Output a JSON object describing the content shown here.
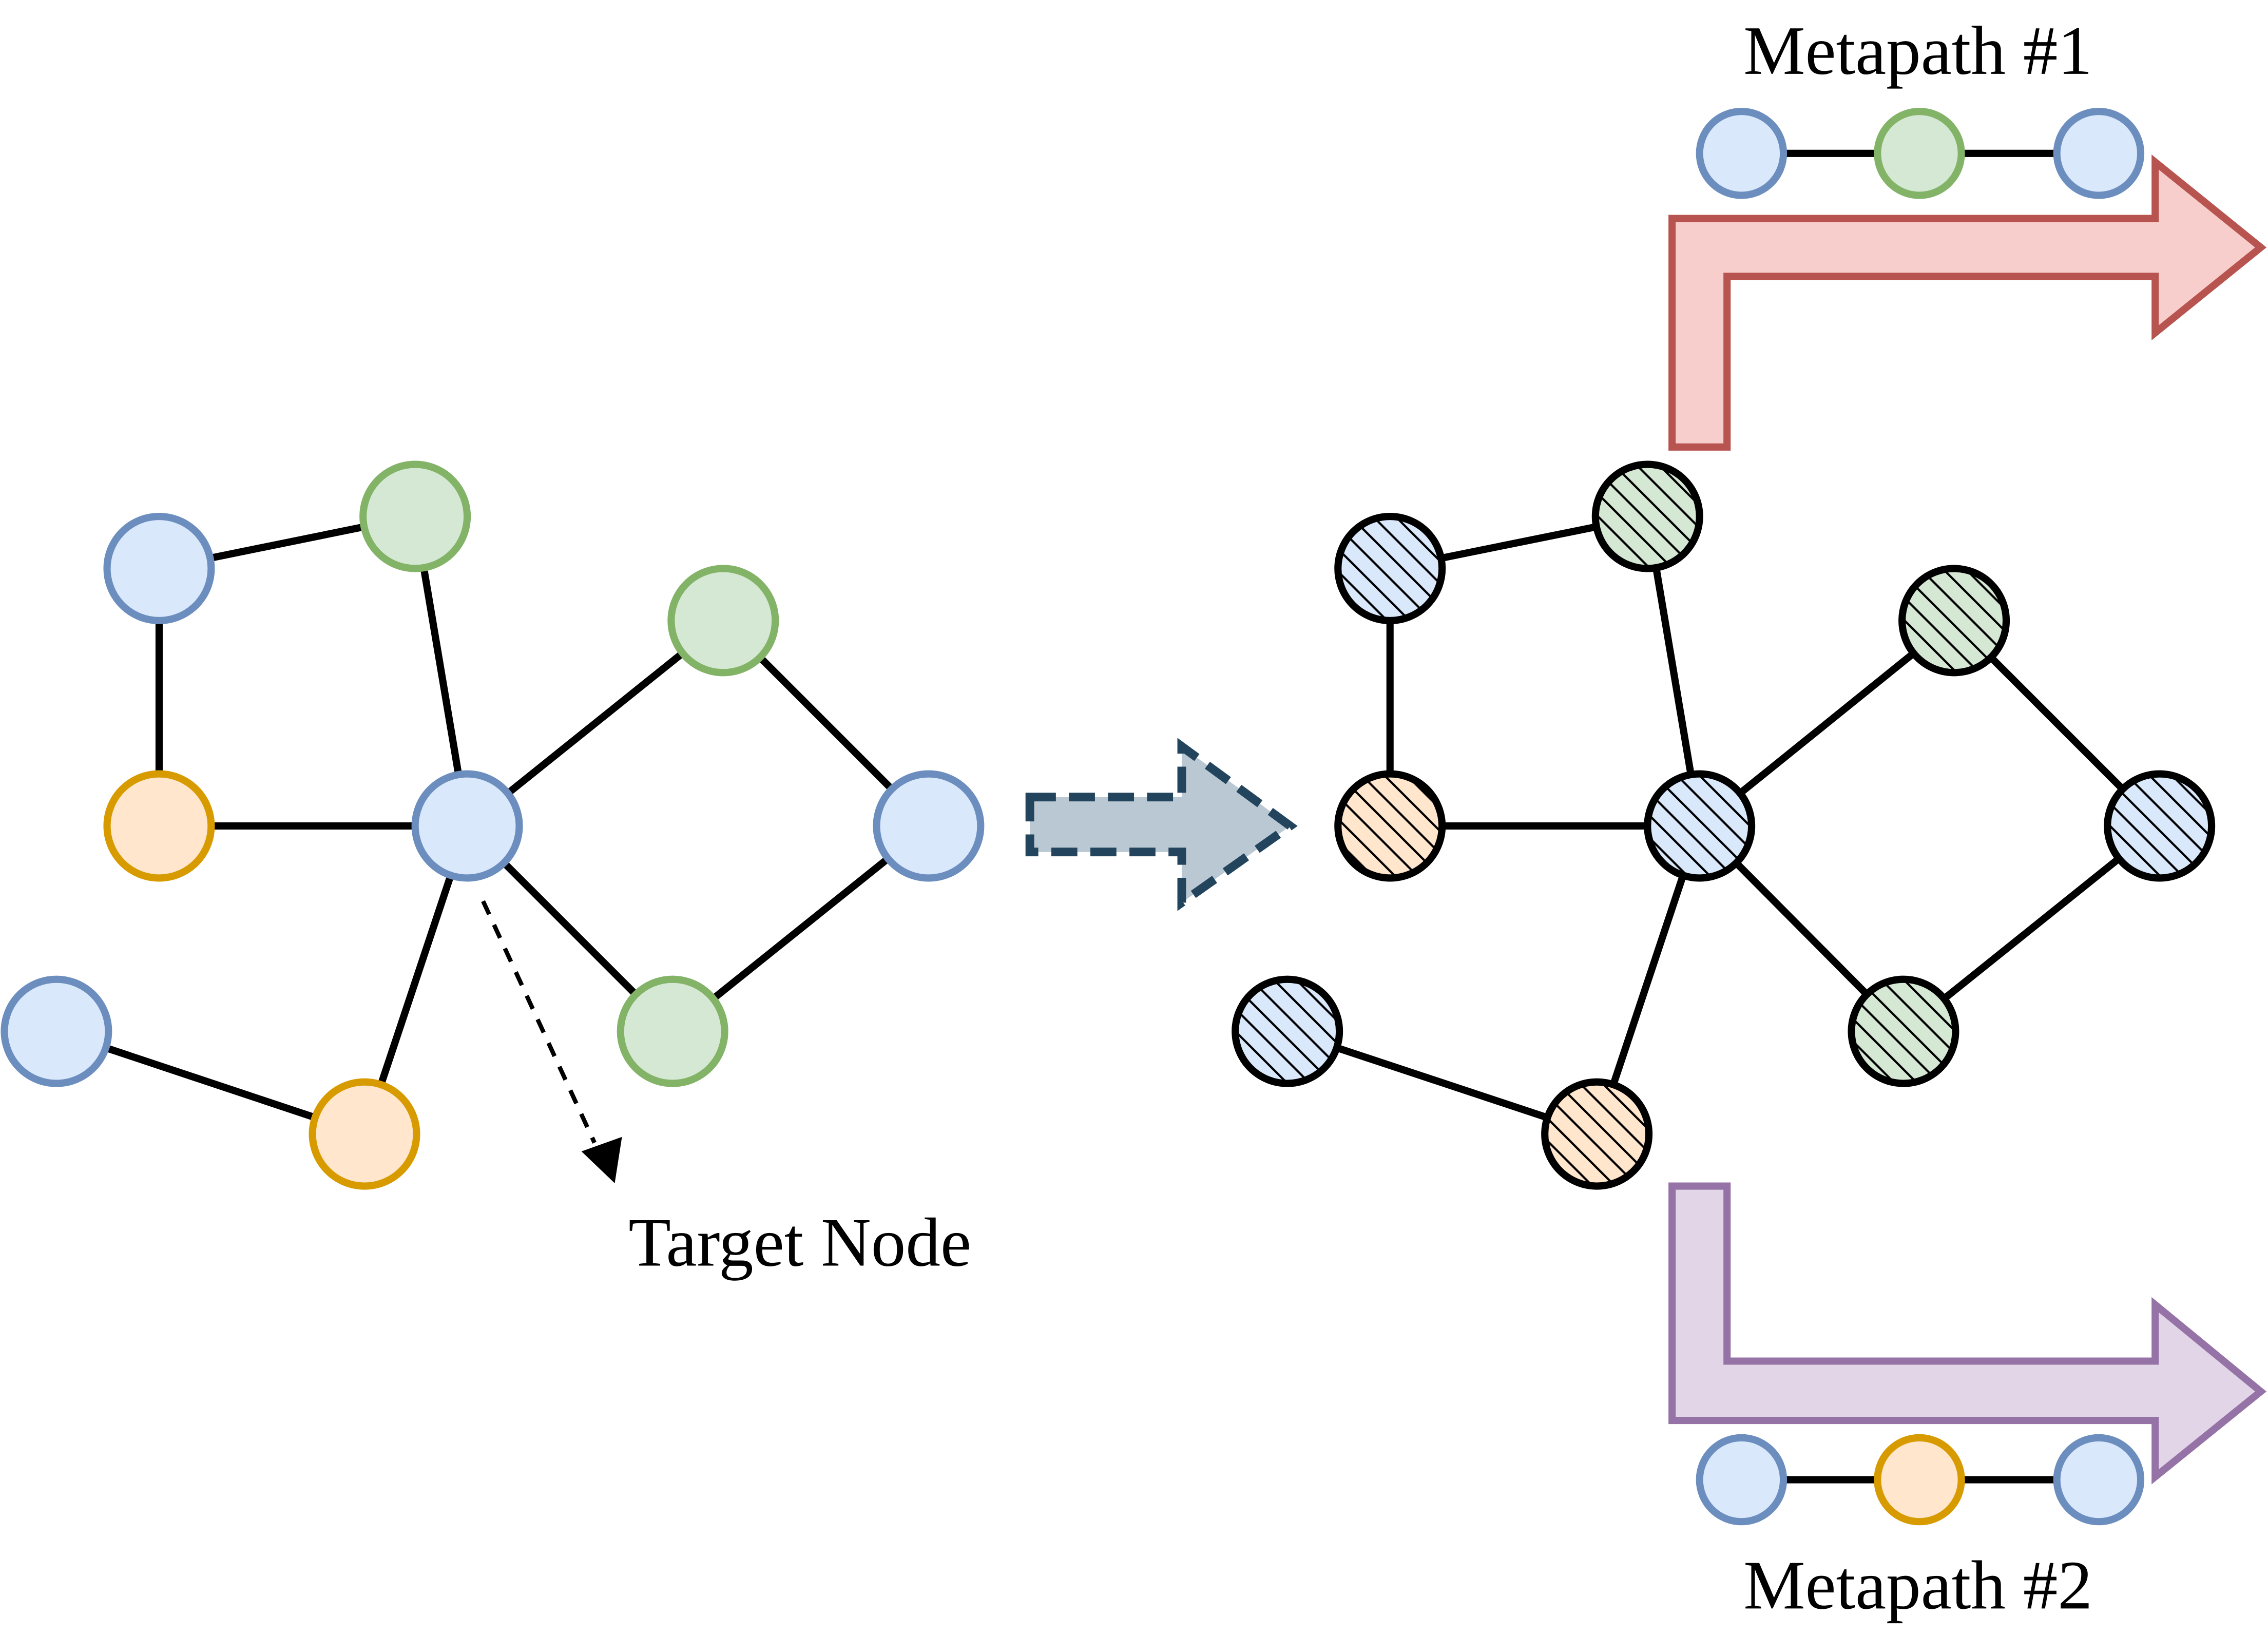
{
  "labels": {
    "target_node": "Target Node",
    "metapath_1": "Metapath #1",
    "metapath_2": "Metapath #2"
  },
  "node_types": {
    "blue": {
      "fill": "#dae8fc",
      "stroke": "#6c8ebf"
    },
    "green": {
      "fill": "#d5e8d4",
      "stroke": "#82b366"
    },
    "orange": {
      "fill": "#ffe6cc",
      "stroke": "#d79b00"
    }
  },
  "left_graph": {
    "nodes": [
      {
        "name": "node-blue-top-left",
        "type": "blue"
      },
      {
        "name": "node-green-top",
        "type": "green"
      },
      {
        "name": "node-orange-left",
        "type": "orange"
      },
      {
        "name": "node-blue-target",
        "type": "blue",
        "is_target": true
      },
      {
        "name": "node-green-right-top",
        "type": "green"
      },
      {
        "name": "node-blue-right",
        "type": "blue"
      },
      {
        "name": "node-green-bottom",
        "type": "green"
      },
      {
        "name": "node-blue-bottom-left",
        "type": "blue"
      },
      {
        "name": "node-orange-bottom",
        "type": "orange"
      }
    ]
  },
  "right_graph": {
    "style": "hatched",
    "nodes": [
      {
        "name": "hatched-node-blue-top-left",
        "type": "blue"
      },
      {
        "name": "hatched-node-green-top",
        "type": "green"
      },
      {
        "name": "hatched-node-orange-left",
        "type": "orange"
      },
      {
        "name": "hatched-node-blue-center",
        "type": "blue"
      },
      {
        "name": "hatched-node-green-right-top",
        "type": "green"
      },
      {
        "name": "hatched-node-blue-right",
        "type": "blue"
      },
      {
        "name": "hatched-node-green-bottom",
        "type": "green"
      },
      {
        "name": "hatched-node-blue-bottom-left",
        "type": "blue"
      },
      {
        "name": "hatched-node-orange-bottom",
        "type": "orange"
      }
    ]
  },
  "metapaths": [
    {
      "name": "metapath-1",
      "sequence": [
        "blue",
        "green",
        "blue"
      ],
      "arrow_fill": "#f8cecc",
      "arrow_stroke": "#b85450"
    },
    {
      "name": "metapath-2",
      "sequence": [
        "blue",
        "orange",
        "blue"
      ],
      "arrow_fill": "#e1d5e7",
      "arrow_stroke": "#9673a6"
    }
  ],
  "transform_arrow": {
    "fill": "#bac8d3",
    "stroke": "#23445d"
  }
}
